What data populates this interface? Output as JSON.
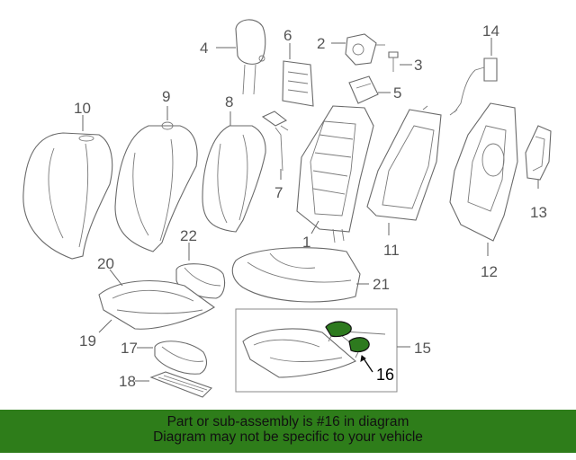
{
  "callouts": {
    "c1": "1",
    "c2": "2",
    "c3": "3",
    "c4": "4",
    "c5": "5",
    "c6": "6",
    "c7": "7",
    "c8": "8",
    "c9": "9",
    "c10": "10",
    "c11": "11",
    "c12": "12",
    "c13": "13",
    "c14": "14",
    "c15": "15",
    "c16": "16",
    "c17": "17",
    "c18": "18",
    "c19": "19",
    "c20": "20",
    "c21": "21",
    "c22": "22"
  },
  "highlight_part": "16",
  "highlight_color": "#2e7d1a",
  "banner": {
    "line1": "Part or sub-assembly is #16 in diagram",
    "line2": "Diagram may not be specific to your vehicle"
  }
}
